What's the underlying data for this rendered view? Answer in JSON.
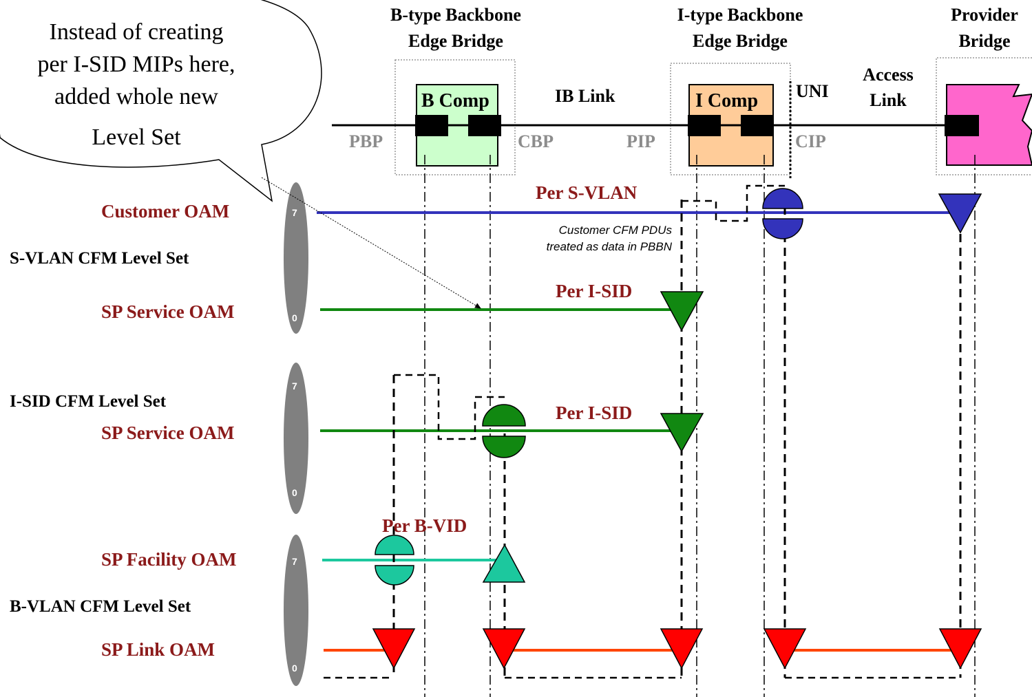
{
  "colors": {
    "darkred": "#8b1a1a",
    "gray_label": "#8c8c8c",
    "blue": "#3333bb",
    "green": "#118811",
    "teal": "#1cc89e",
    "red": "#ff0000",
    "orange_line": "#ff4500",
    "b_comp_fill": "#ccffcc",
    "i_comp_fill": "#ffcc99",
    "provider_fill": "#ff66cc",
    "ellipse_gray": "#808080"
  },
  "callout": {
    "lines": [
      "Instead of creating",
      "per I-SID MIPs here,",
      "added whole new",
      "Level Set"
    ]
  },
  "bridges": {
    "b_type": [
      "B-type Backbone",
      "Edge Bridge"
    ],
    "i_type": [
      "I-type Backbone",
      "Edge Bridge"
    ],
    "provider": [
      "Provider",
      "Bridge"
    ]
  },
  "components": {
    "b_comp": "B Comp",
    "i_comp": "I Comp"
  },
  "links": {
    "ib_link": "IB Link",
    "uni": "UNI",
    "access_link": [
      "Access",
      "Link"
    ]
  },
  "ports": {
    "pbp": "PBP",
    "cbp": "CBP",
    "pip": "PIP",
    "cip": "CIP"
  },
  "levels": {
    "customer_oam": "Customer OAM",
    "s_vlan_set": "S-VLAN CFM Level Set",
    "sp_service_oam_1": "SP Service OAM",
    "i_sid_set": "I-SID CFM Level Set",
    "sp_service_oam_2": "SP Service OAM",
    "sp_facility_oam": "SP Facility OAM",
    "b_vlan_set": "B-VLAN CFM Level Set",
    "sp_link_oam": "SP Link OAM"
  },
  "flow_labels": {
    "per_s_vlan": "Per S-VLAN",
    "per_i_sid_1": "Per I-SID",
    "per_i_sid_2": "Per I-SID",
    "per_b_vid": "Per B-VID"
  },
  "note": [
    "Customer CFM PDUs",
    "treated as data in PBBN"
  ],
  "ellipse_labels": {
    "e1_top": "7",
    "e1_bottom": "0",
    "e2_top": "7",
    "e2_bottom": "0",
    "e3_top": "7",
    "e3_bottom": "0"
  }
}
